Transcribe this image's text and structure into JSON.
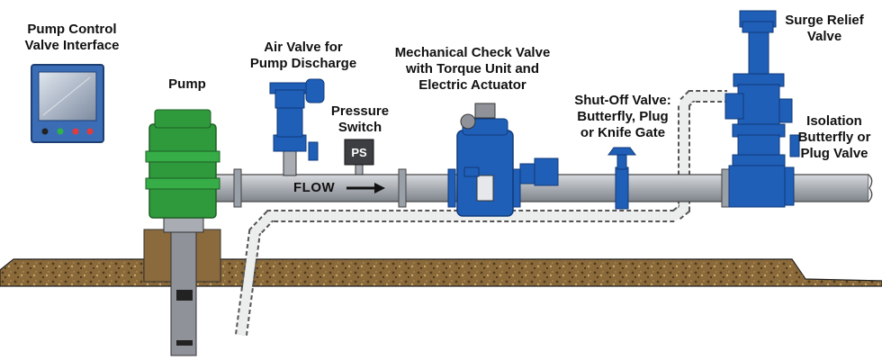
{
  "labels": {
    "pump_control": "Pump Control\nValve Interface",
    "pump": "Pump",
    "air_valve": "Air Valve for\nPump Discharge",
    "pressure_switch": "Pressure\nSwitch",
    "check_valve": "Mechanical Check Valve\nwith Torque Unit and\nElectric Actuator",
    "shutoff_valve": "Shut-Off Valve:\nButterfly, Plug\nor Knife Gate",
    "surge_relief": "Surge Relief\nValve",
    "isolation": "Isolation\nButterfly or\nPlug Valve",
    "flow": "FLOW",
    "ps_badge": "PS"
  },
  "colors": {
    "pipe": "#a9adb3",
    "valve_blue": "#1f5fb8",
    "pump_green": "#2e9a3c",
    "soil": "#8a6a3a",
    "concrete": "#8b6a3e",
    "panel_blue": "#3a6db5"
  },
  "icons": {
    "panel": "control-panel-icon",
    "pump": "vertical-turbine-pump-icon",
    "air_valve": "air-release-valve-icon",
    "pressure_switch": "pressure-switch-icon",
    "check_valve": "check-valve-icon",
    "shutoff_valve": "butterfly-valve-icon",
    "surge_relief": "surge-relief-valve-icon",
    "isolation": "isolation-valve-icon",
    "flow_arrow": "arrow-right-icon"
  }
}
